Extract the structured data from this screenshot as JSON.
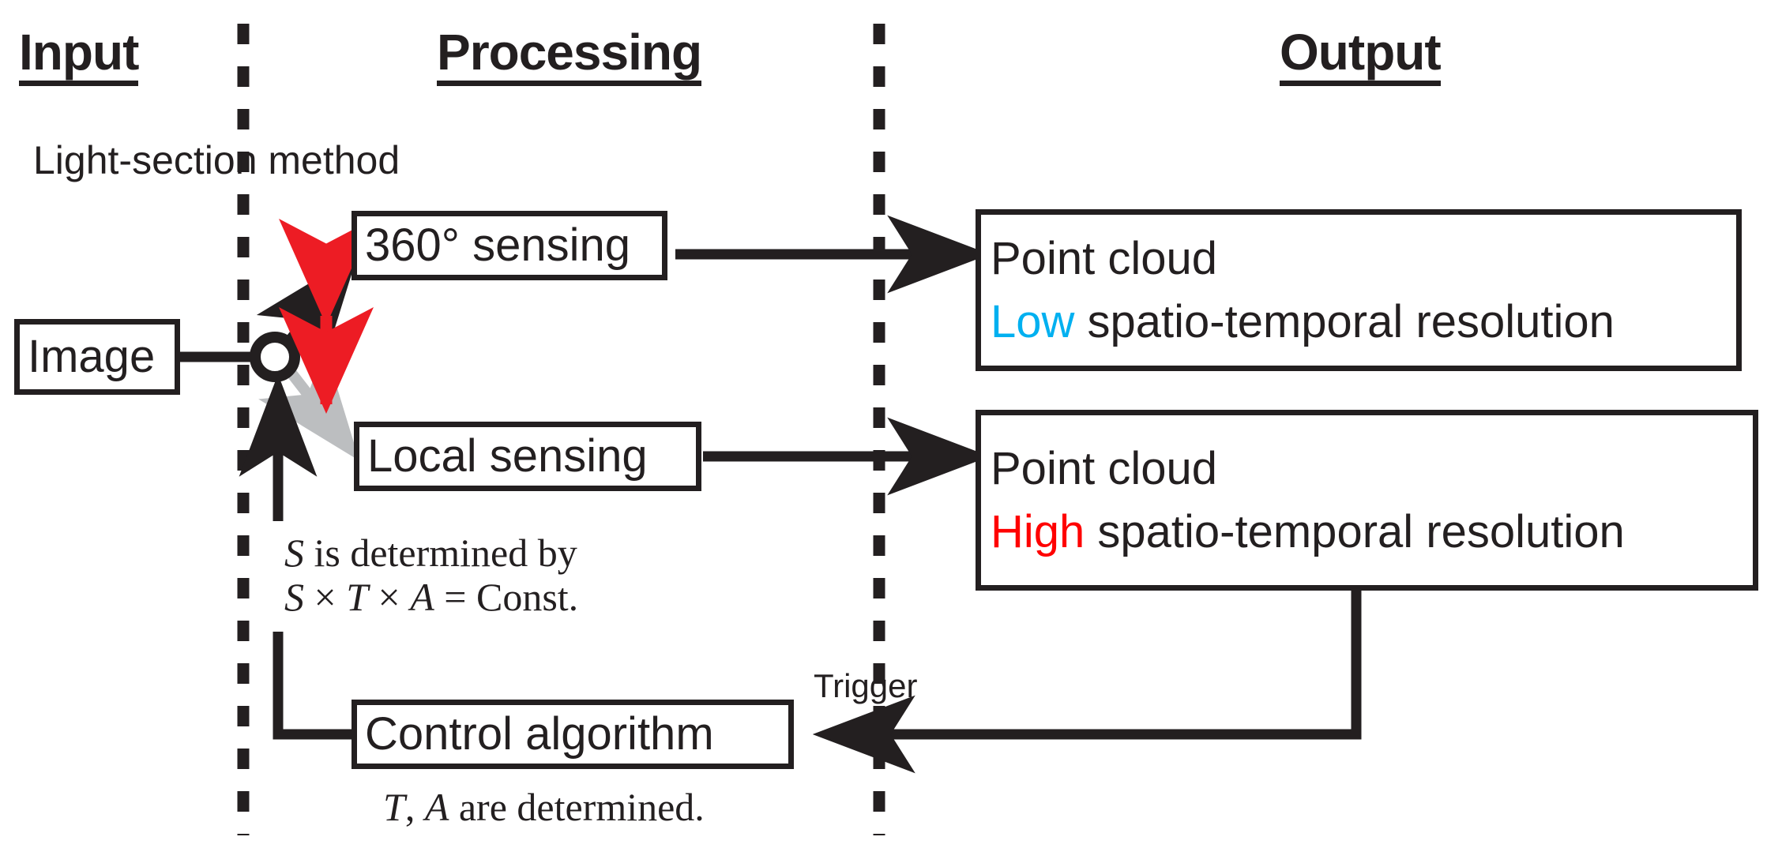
{
  "columns": [
    {
      "id": "input",
      "label": "Input"
    },
    {
      "id": "processing",
      "label": "Processing"
    },
    {
      "id": "output",
      "label": "Output"
    }
  ],
  "input": {
    "method_caption": "Light-section method",
    "source_box": "Image"
  },
  "processing": {
    "sensing_360_box": "360° sensing",
    "local_sensing_box": "Local sensing",
    "control_box": "Control algorithm",
    "formula_line1_var": "S",
    "formula_line1_text": " is determined by",
    "formula_line2": "S × T × A = Const.",
    "formula_line2_parts": {
      "s": "S",
      "times1": " × ",
      "t": "T",
      "times2": " × ",
      "a": "A",
      "equals": " = ",
      "const": "Const."
    },
    "control_caption_parts": {
      "t": "T",
      "comma": ", ",
      "a": "A",
      "rest": " are determined."
    },
    "control_caption": "T, A are determined."
  },
  "output": {
    "box_low": {
      "line1": "Point cloud",
      "line2_highlight": "Low",
      "line2_rest": " spatio-temporal resolution",
      "highlight_color": "#00b0f0"
    },
    "box_high": {
      "line1": "Point cloud",
      "line2_highlight": "High",
      "line2_rest": " spatio-temporal resolution",
      "highlight_color": "#ff0000"
    }
  },
  "annotations": {
    "trigger_label": "Trigger"
  },
  "colors": {
    "ink": "#231f20",
    "red": "#ed1c24",
    "gray_arrow": "#bcbec0",
    "cyan": "#00b0f0",
    "pure_red": "#ff0000"
  }
}
